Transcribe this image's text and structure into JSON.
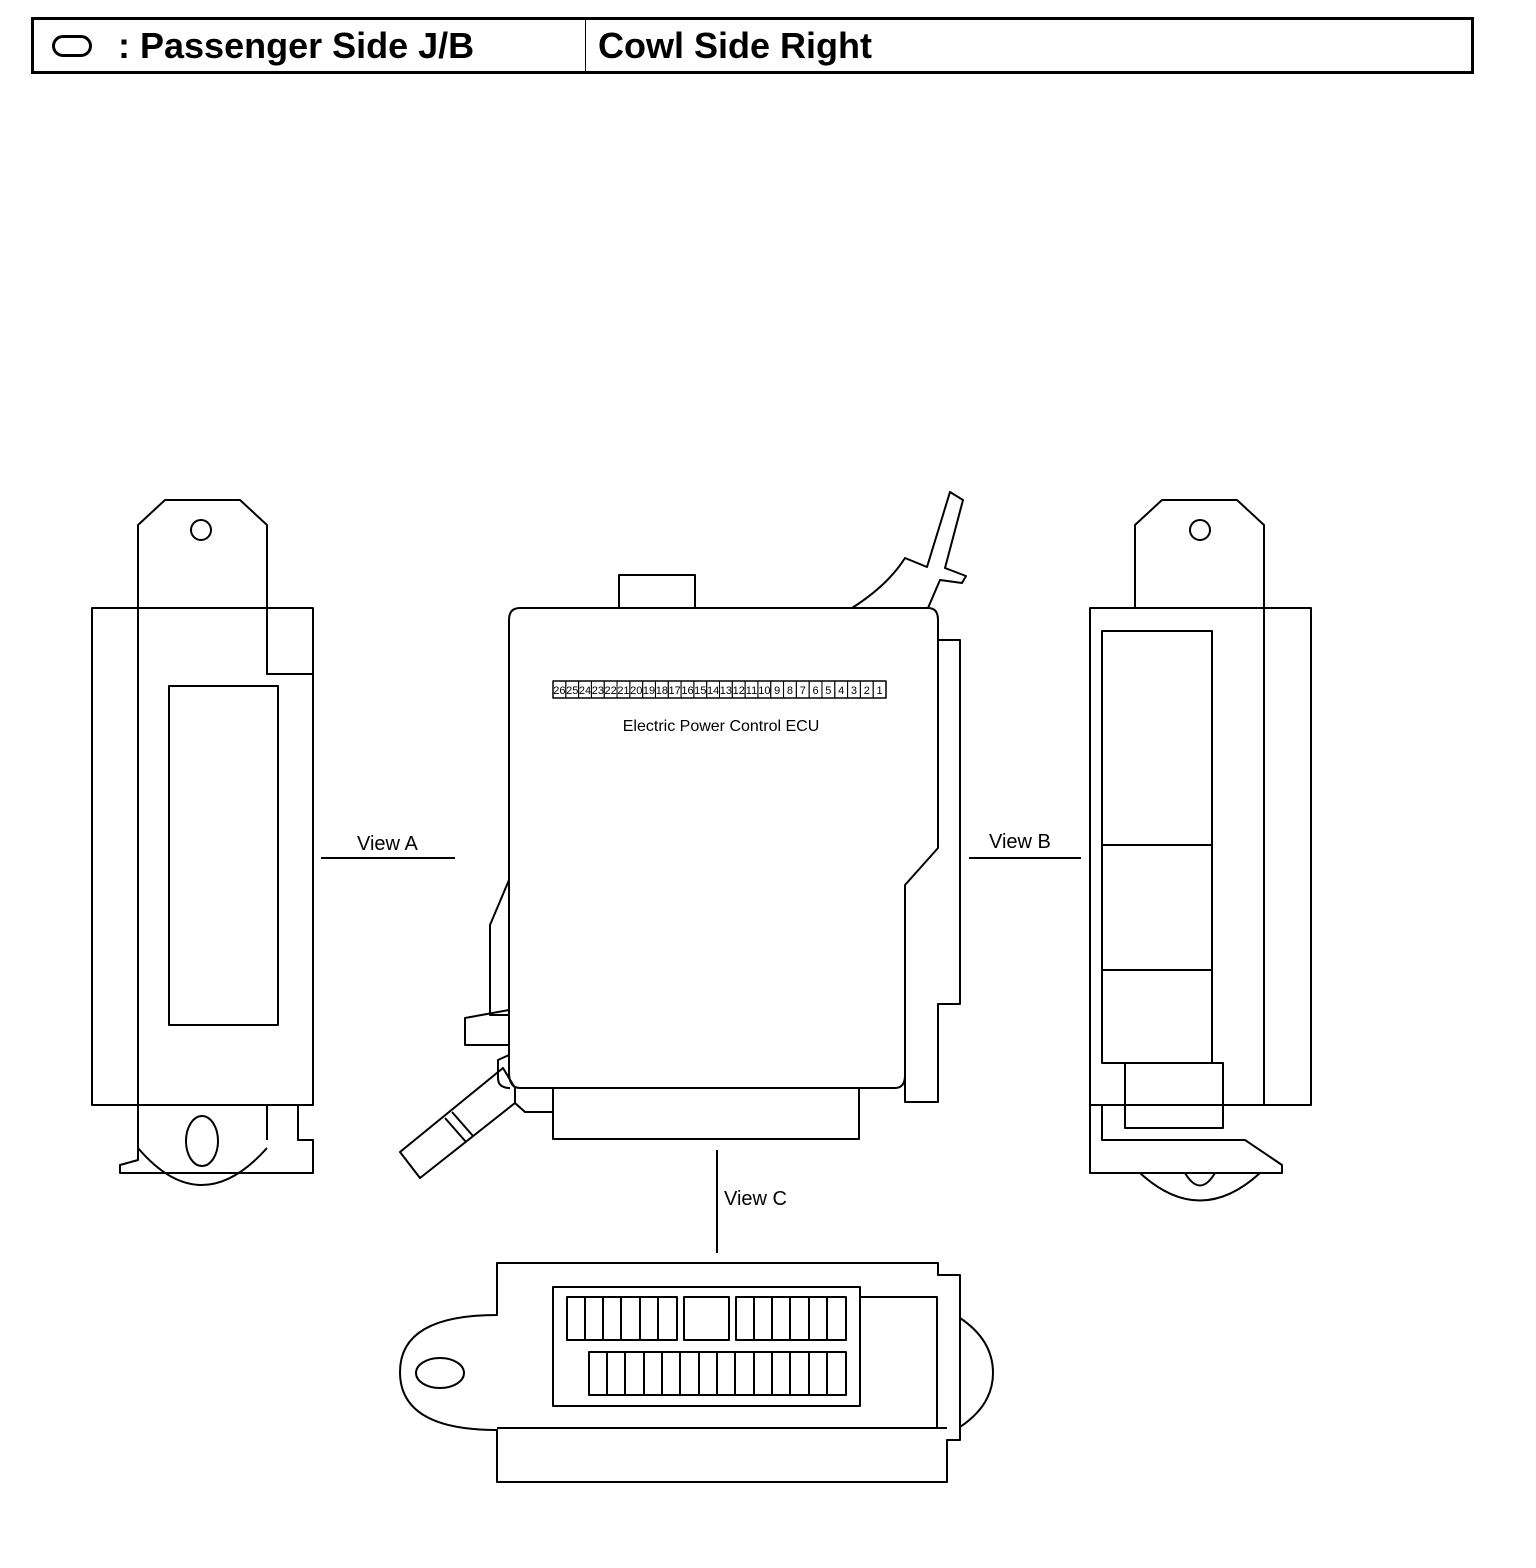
{
  "header": {
    "icon": "oval-icon",
    "location_label": ": Passenger Side J/B",
    "position_label": "Cowl Side Right"
  },
  "component": {
    "name": "Electric Power Control ECU",
    "pins": [
      "26",
      "25",
      "24",
      "23",
      "22",
      "21",
      "20",
      "19",
      "18",
      "17",
      "16",
      "15",
      "14",
      "13",
      "12",
      "11",
      "10",
      "9",
      "8",
      "7",
      "6",
      "5",
      "4",
      "3",
      "2",
      "1"
    ]
  },
  "views": {
    "a": "View A",
    "b": "View B",
    "c": "View C"
  }
}
